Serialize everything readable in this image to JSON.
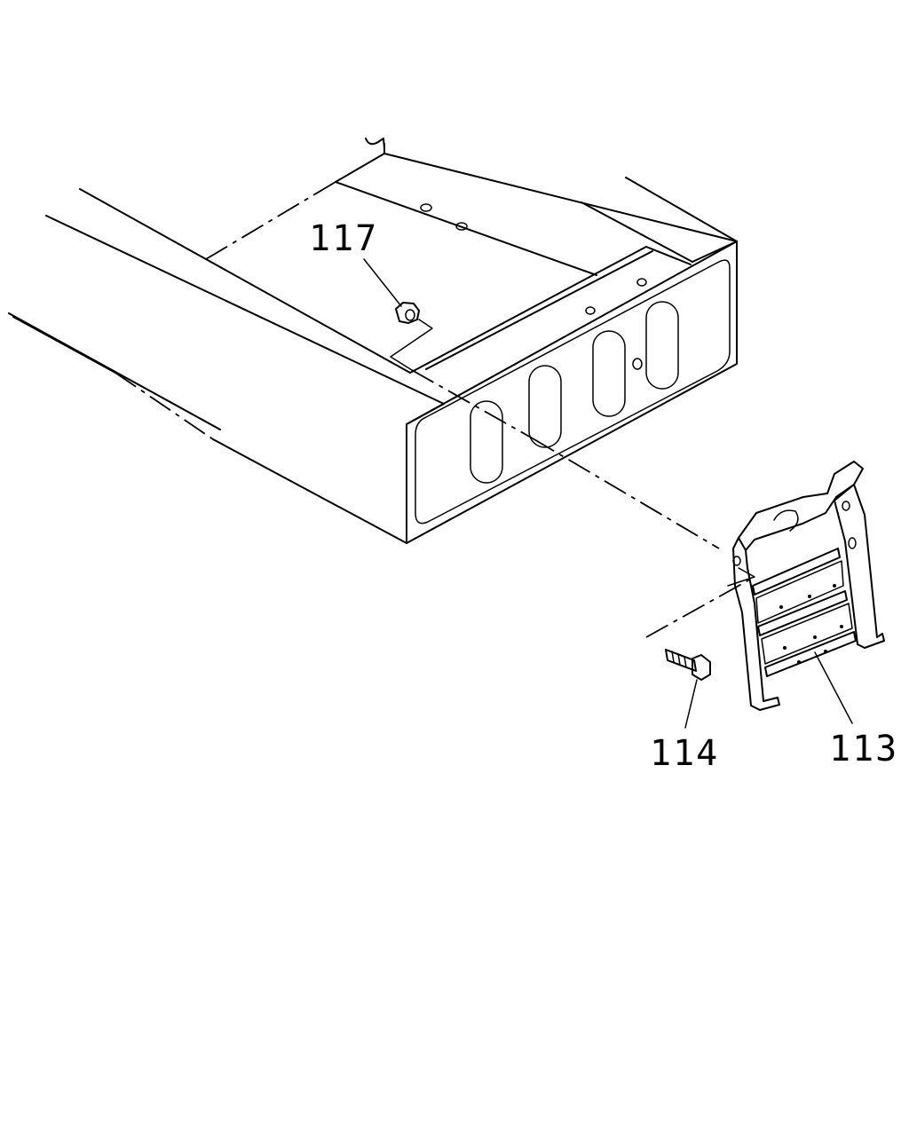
{
  "callouts": {
    "c117": "117",
    "c114": "114",
    "c113": "113"
  },
  "colors": {
    "line": "#000000",
    "background": "#ffffff"
  }
}
